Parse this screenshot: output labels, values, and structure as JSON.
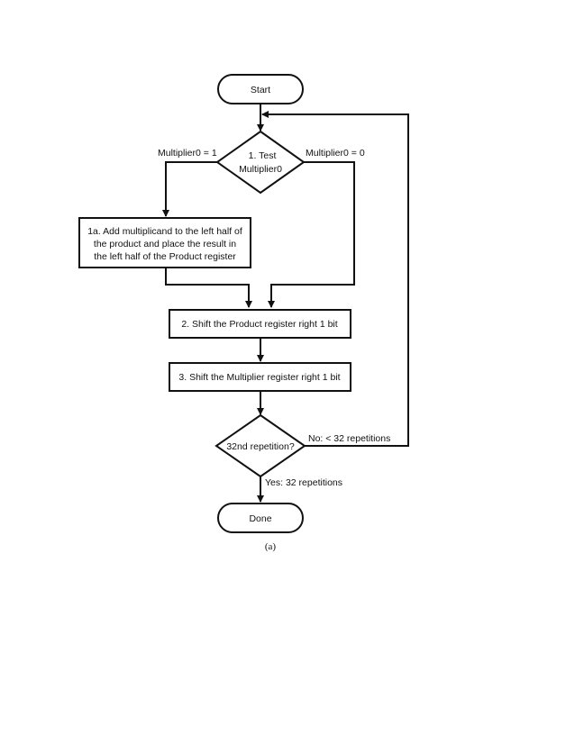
{
  "nodes": {
    "start": "Start",
    "test": [
      "1. Test",
      "Multiplier0"
    ],
    "add": [
      "1a. Add multiplicand to the left half of",
      "the product and place the result in",
      "the left half of the Product register"
    ],
    "shift_product": "2. Shift the Product register right 1 bit",
    "shift_multiplier": "3. Shift the Multiplier register right 1 bit",
    "repetition": "32nd repetition?",
    "done": "Done"
  },
  "edges": {
    "multiplier_one": "Multiplier0 = 1",
    "multiplier_zero": "Multiplier0 = 0",
    "no_loop": "No:  < 32 repetitions",
    "yes_exit": "Yes:  32 repetitions"
  },
  "caption": "(a)"
}
